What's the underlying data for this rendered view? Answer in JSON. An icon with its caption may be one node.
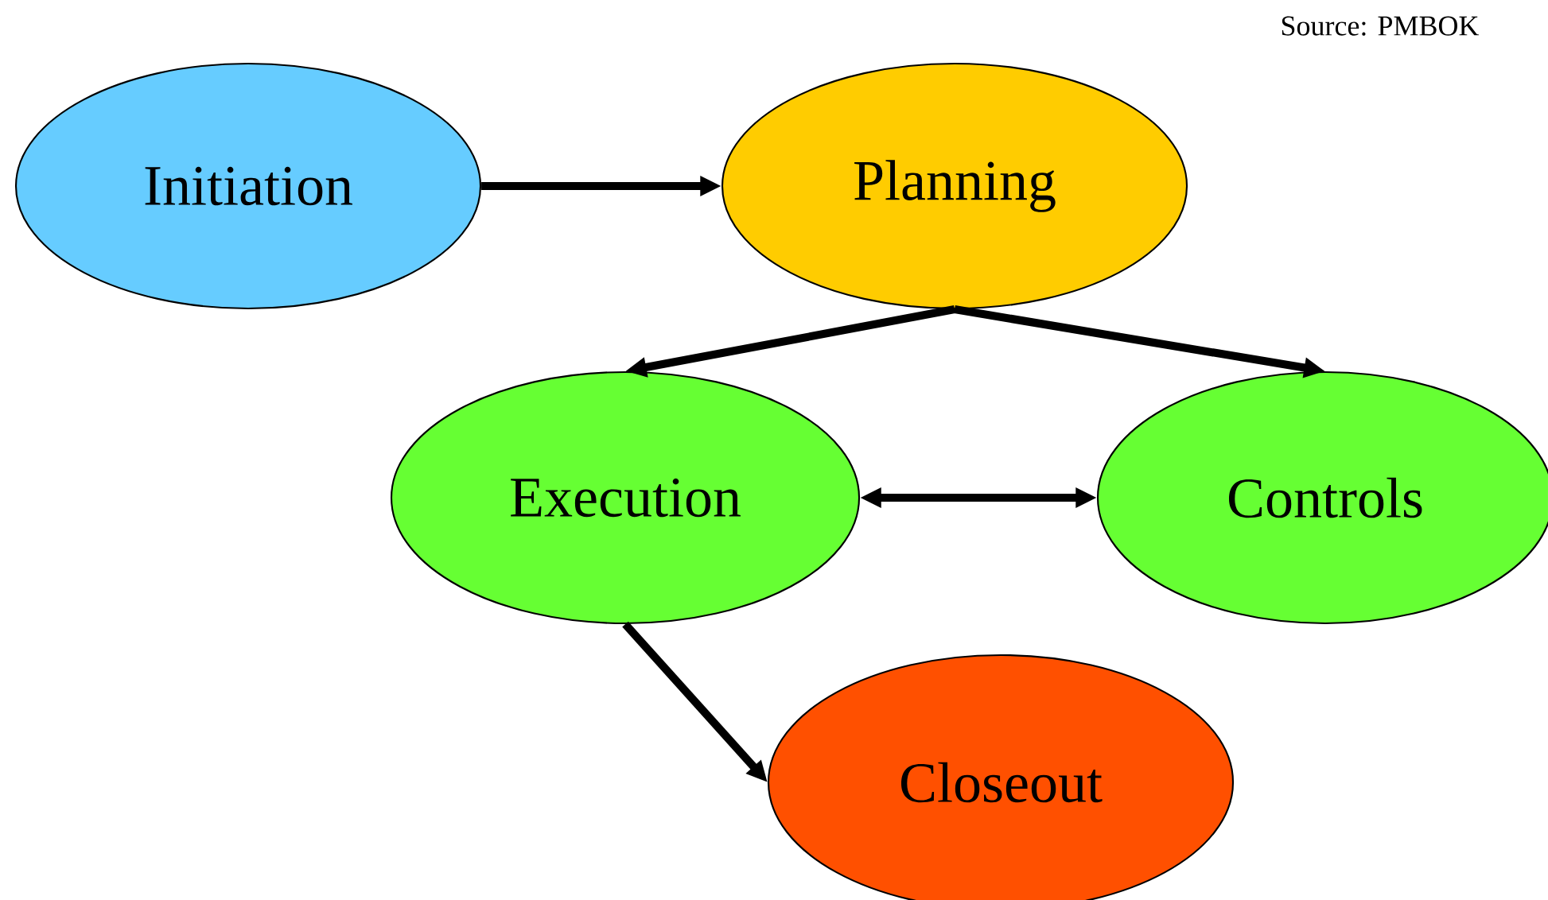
{
  "diagram": {
    "nodes": [
      {
        "text": [
          "Initiation"
        ]
      },
      {
        "text": [
          "Planning"
        ]
      },
      {
        "text": [
          "Execution"
        ]
      },
      {
        "text": [
          "Controls"
        ]
      },
      {
        "text": [
          "Closeout"
        ]
      }
    ],
    "edges": [
      {
        "from": 0,
        "to": 1,
        "arrow": "to"
      },
      {
        "from": 1,
        "to": 2,
        "arrow": "to"
      },
      {
        "from": 1,
        "to": 3,
        "arrow": "to"
      },
      {
        "from": 2,
        "to": 3,
        "arrow": "both"
      },
      {
        "from": 2,
        "to": 4,
        "arrow": "to"
      }
    ],
    "labels": [
      "Source: PMBOK"
    ]
  }
}
